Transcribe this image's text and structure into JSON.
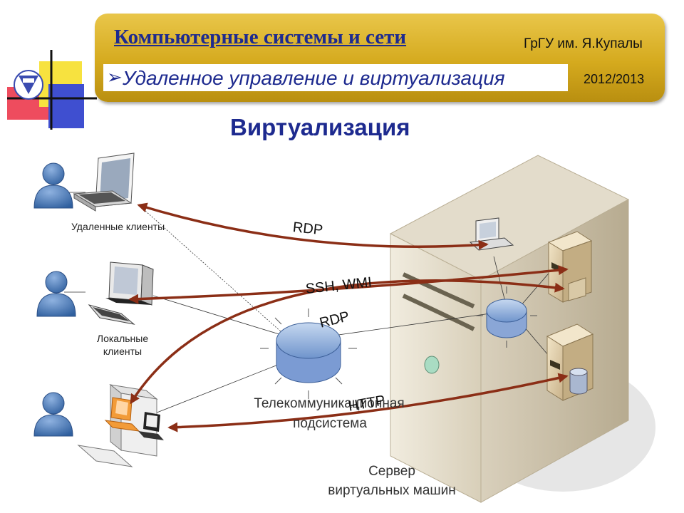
{
  "header": {
    "course_title": "Компьютерные системы и сети",
    "organization": "ГрГУ им. Я.Купалы",
    "subtitle_bullet": "➢",
    "subtitle": "Удаленное управление и виртуализация",
    "year": "2012/2013"
  },
  "slide": {
    "heading": "Виртуализация"
  },
  "diagram": {
    "remote_clients_label": "Удаленные клиенты",
    "local_clients_label": "Локальные клиенты",
    "telecom_label_line1": "Телекоммуникационная",
    "telecom_label_line2": "подсистема",
    "server_label_line1": "Сервер",
    "server_label_line2": "виртуальных машин",
    "protocols": {
      "rdp_top": "RDP",
      "ssh_wmi": "SSH, WMI",
      "rdp_mid": "RDP",
      "http": "HTTP"
    }
  },
  "colors": {
    "title_blue": "#1d2a8f",
    "header_gold": "#d5aa1e",
    "arrow_brown": "#8b2e16"
  }
}
